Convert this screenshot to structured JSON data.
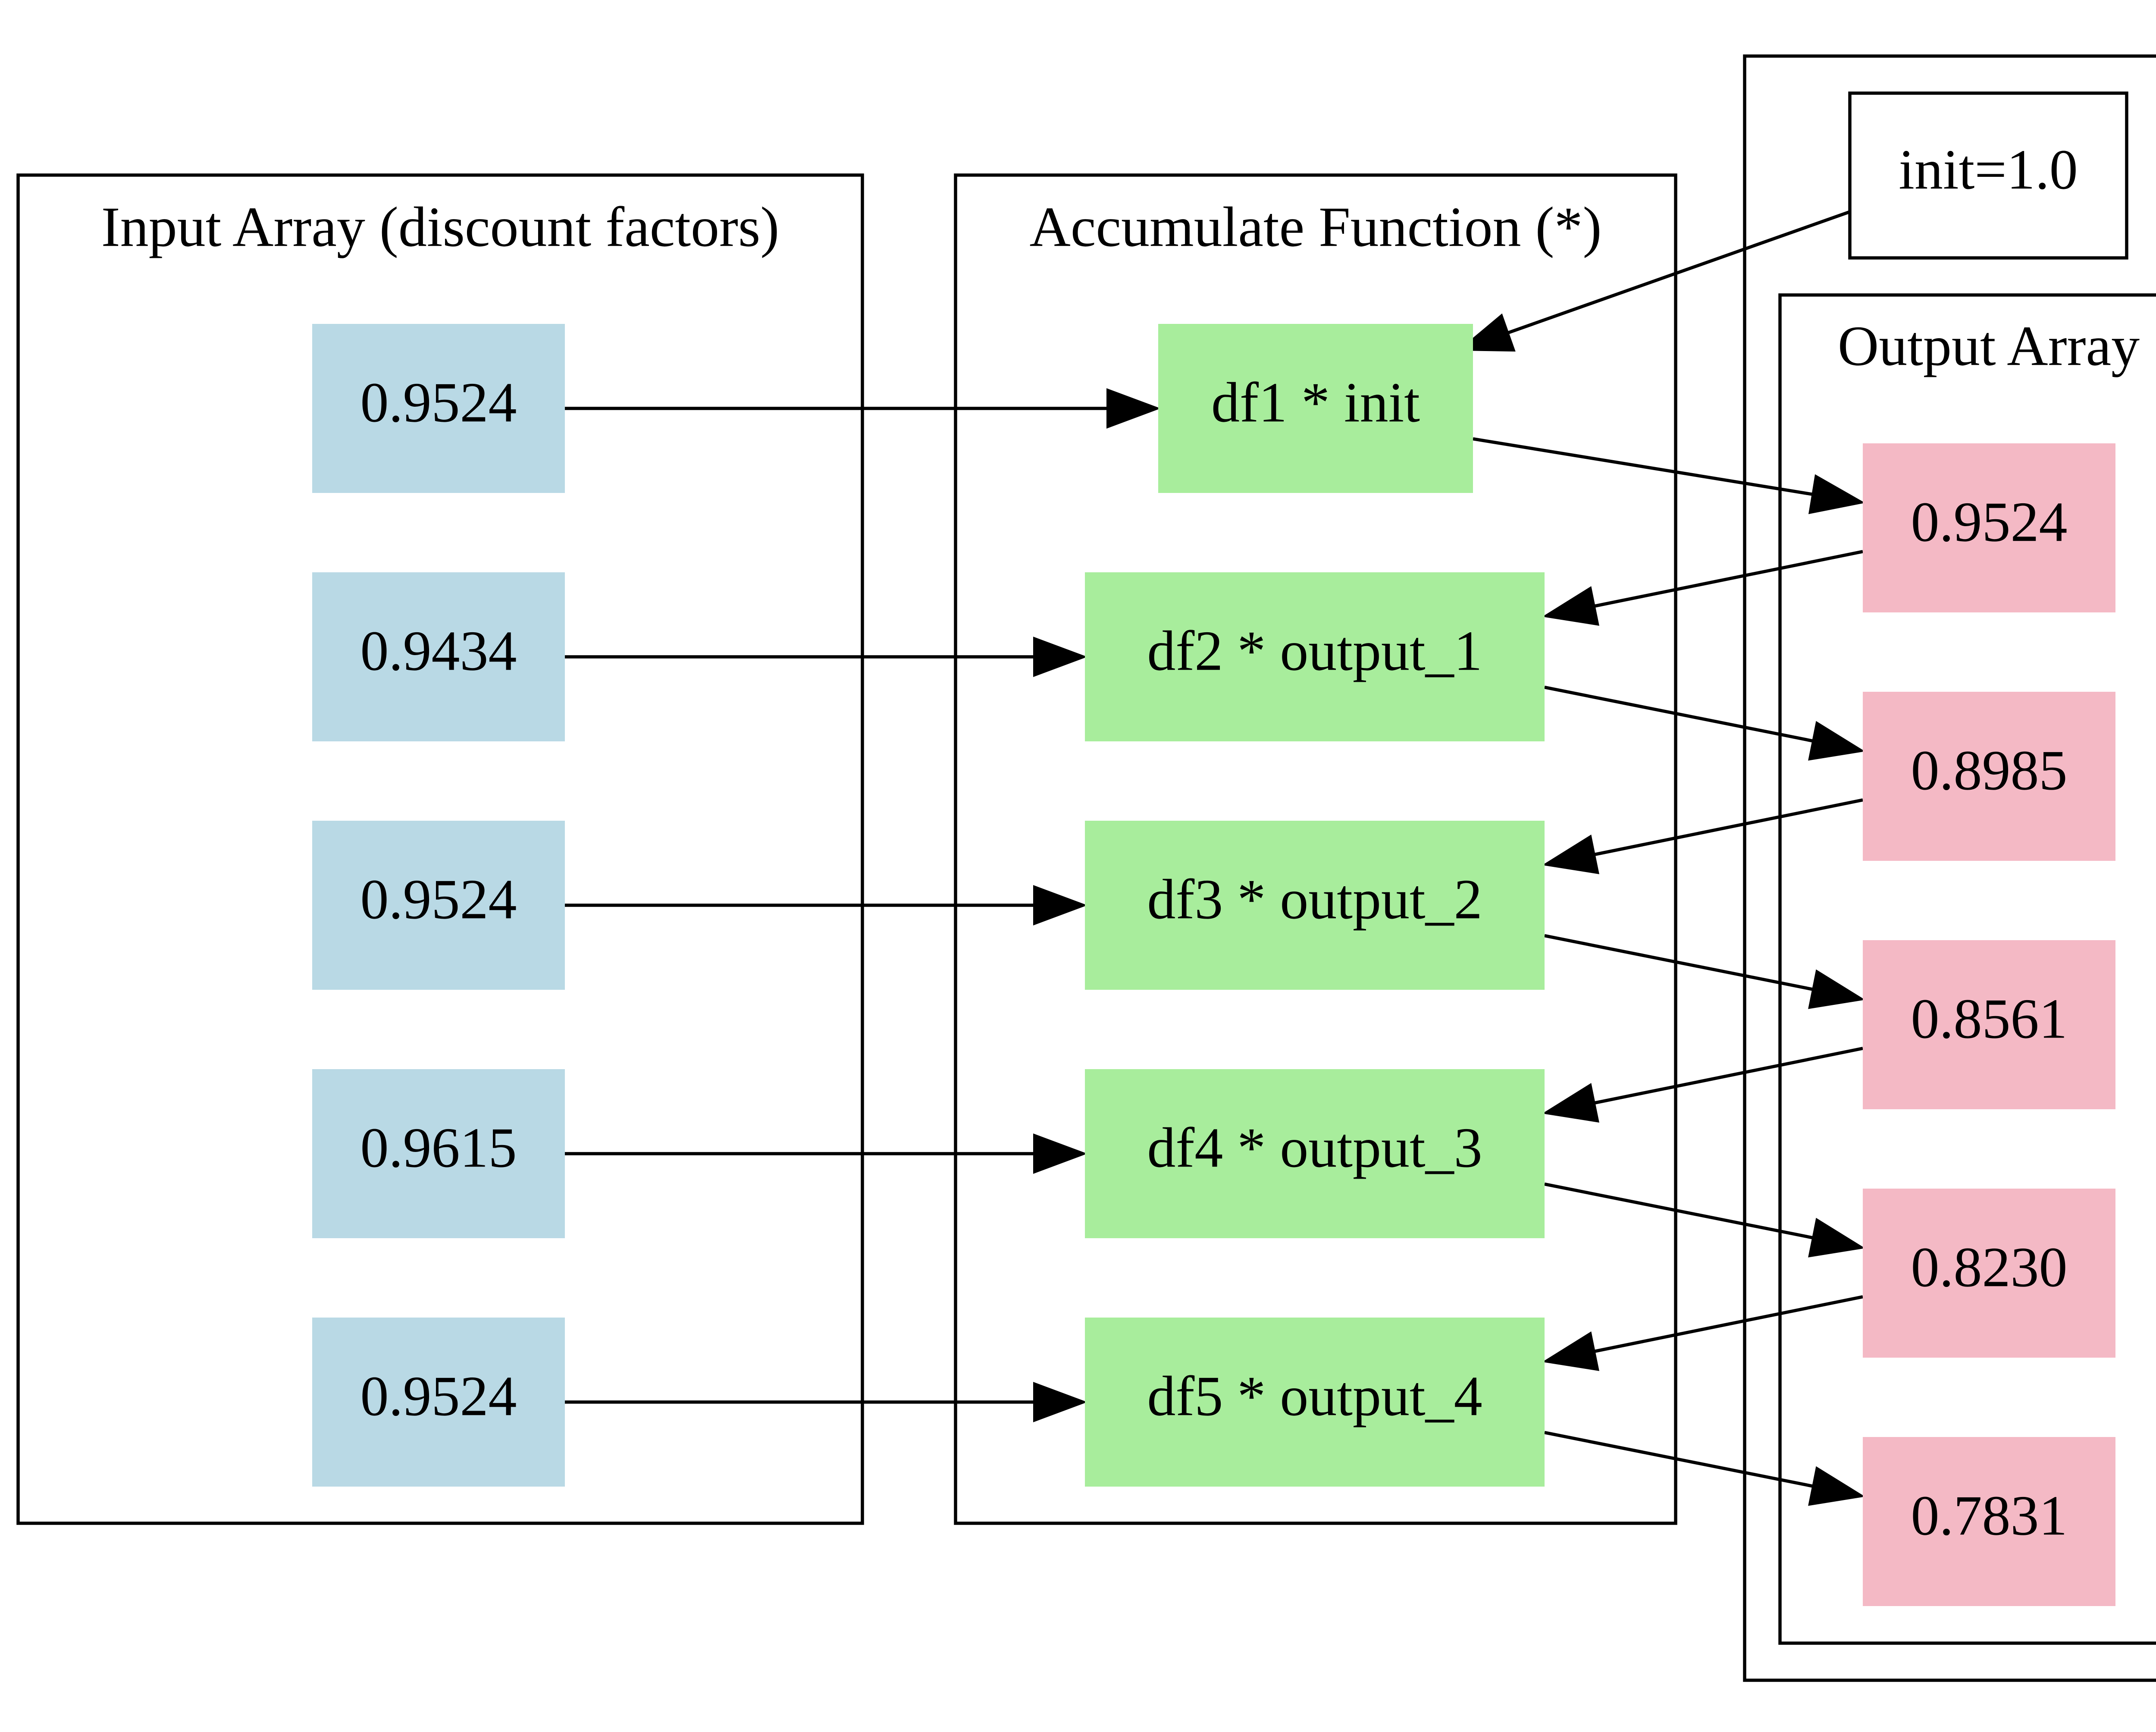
{
  "diagram": {
    "colors": {
      "input": "#b9d9e5",
      "function": "#a8ed9c",
      "output": "#f4b9c5",
      "stroke": "#000000"
    },
    "clusters": {
      "input": {
        "label": "Input Array (discount factors)"
      },
      "function": {
        "label": "Accumulate Function (*)"
      },
      "output": {
        "label": "Output Array"
      }
    },
    "init": {
      "label": "init=1.0"
    },
    "inputs": [
      "0.9524",
      "0.9434",
      "0.9524",
      "0.9615",
      "0.9524"
    ],
    "functions": [
      "df1 * init",
      "df2 * output_1",
      "df3 * output_2",
      "df4 * output_3",
      "df5 * output_4"
    ],
    "outputs": [
      "0.9524",
      "0.8985",
      "0.8561",
      "0.8230",
      "0.7831"
    ],
    "edges": [
      {
        "from": "input-0",
        "to": "function-0"
      },
      {
        "from": "input-1",
        "to": "function-1"
      },
      {
        "from": "input-2",
        "to": "function-2"
      },
      {
        "from": "input-3",
        "to": "function-3"
      },
      {
        "from": "input-4",
        "to": "function-4"
      },
      {
        "from": "init",
        "to": "function-0"
      },
      {
        "from": "function-0",
        "to": "output-0"
      },
      {
        "from": "output-0",
        "to": "function-1"
      },
      {
        "from": "function-1",
        "to": "output-1"
      },
      {
        "from": "output-1",
        "to": "function-2"
      },
      {
        "from": "function-2",
        "to": "output-2"
      },
      {
        "from": "output-2",
        "to": "function-3"
      },
      {
        "from": "function-3",
        "to": "output-3"
      },
      {
        "from": "output-3",
        "to": "function-4"
      },
      {
        "from": "function-4",
        "to": "output-4"
      }
    ]
  }
}
